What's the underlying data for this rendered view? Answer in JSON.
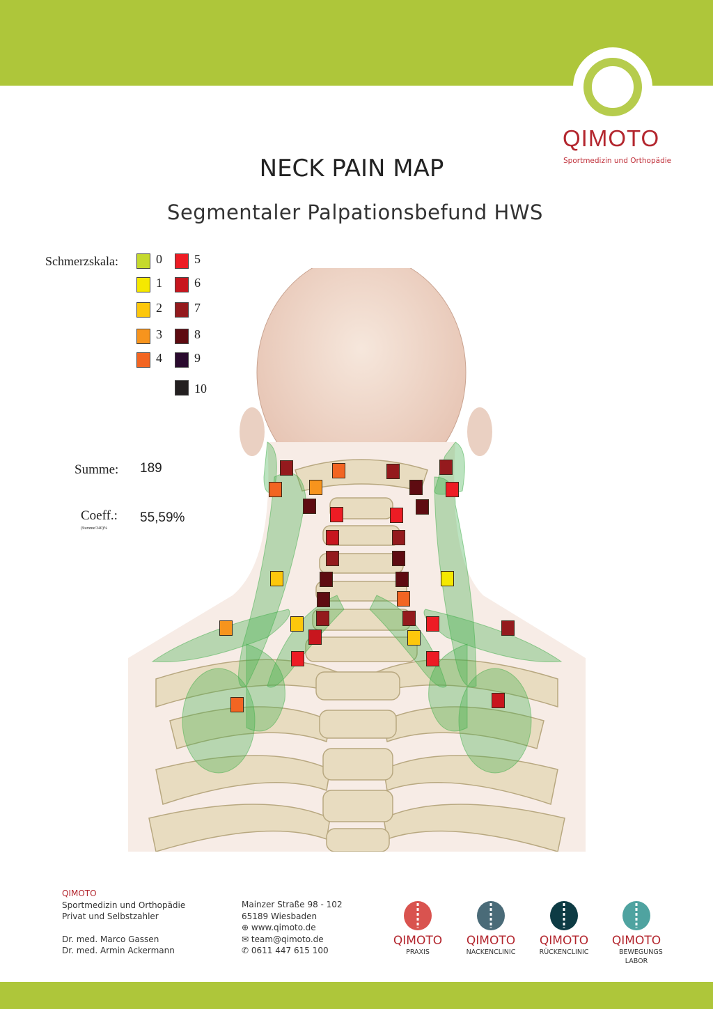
{
  "header": {
    "brand": "QIMOTO",
    "brand_tagline": "Sportmedizin und Orthopädie",
    "title": "NECK PAIN MAP",
    "subtitle": "Segmentaler Palpationsbefund HWS"
  },
  "legend": {
    "label": "Schmerzskala:",
    "levels": [
      {
        "value": "0",
        "color": "#c5d92d"
      },
      {
        "value": "1",
        "color": "#f5e800"
      },
      {
        "value": "2",
        "color": "#fdc70c"
      },
      {
        "value": "3",
        "color": "#f7941d"
      },
      {
        "value": "4",
        "color": "#f26522"
      },
      {
        "value": "5",
        "color": "#ed1c24"
      },
      {
        "value": "6",
        "color": "#c8161e"
      },
      {
        "value": "7",
        "color": "#941a1d"
      },
      {
        "value": "8",
        "color": "#5e0b11"
      },
      {
        "value": "9",
        "color": "#2a0a2e"
      },
      {
        "value": "10",
        "color": "#231f20"
      }
    ]
  },
  "summary": {
    "sum_label": "Summe:",
    "sum_value": "189",
    "coeff_label": "Coeff.:",
    "coeff_note": "(Summe/340)%",
    "coeff_value": "55,59%"
  },
  "markers": [
    7,
    4,
    7,
    7,
    4,
    3,
    8,
    5,
    8,
    8,
    5,
    5,
    6,
    7,
    7,
    8,
    2,
    1,
    8,
    8,
    8,
    4,
    7,
    7,
    3,
    2,
    5,
    7,
    6,
    2,
    5,
    5,
    4,
    6
  ],
  "footer": {
    "org": "QIMOTO",
    "org_lines": [
      "Sportmedizin und Orthopädie",
      "Privat und Selbstzahler"
    ],
    "doctors": [
      "Dr. med. Marco Gassen",
      "Dr. med. Armin Ackermann"
    ],
    "address": [
      "Mainzer Straße 98 - 102",
      "65189 Wiesbaden"
    ],
    "web": "www.qimoto.de",
    "email": "team@qimoto.de",
    "phone": "0611 447 615 100",
    "brands": [
      {
        "name": "QIMOTO",
        "sub": "PRAXIS",
        "color": "#d9534f"
      },
      {
        "name": "QIMOTO",
        "sub": "NACKENCLINIC",
        "color": "#4a6b78"
      },
      {
        "name": "QIMOTO",
        "sub": "RÜCKENCLINIC",
        "color": "#0d3b44"
      },
      {
        "name": "QIMOTO",
        "sub": "BEWEGUNGS LABOR",
        "color": "#4fa3a0"
      }
    ]
  }
}
